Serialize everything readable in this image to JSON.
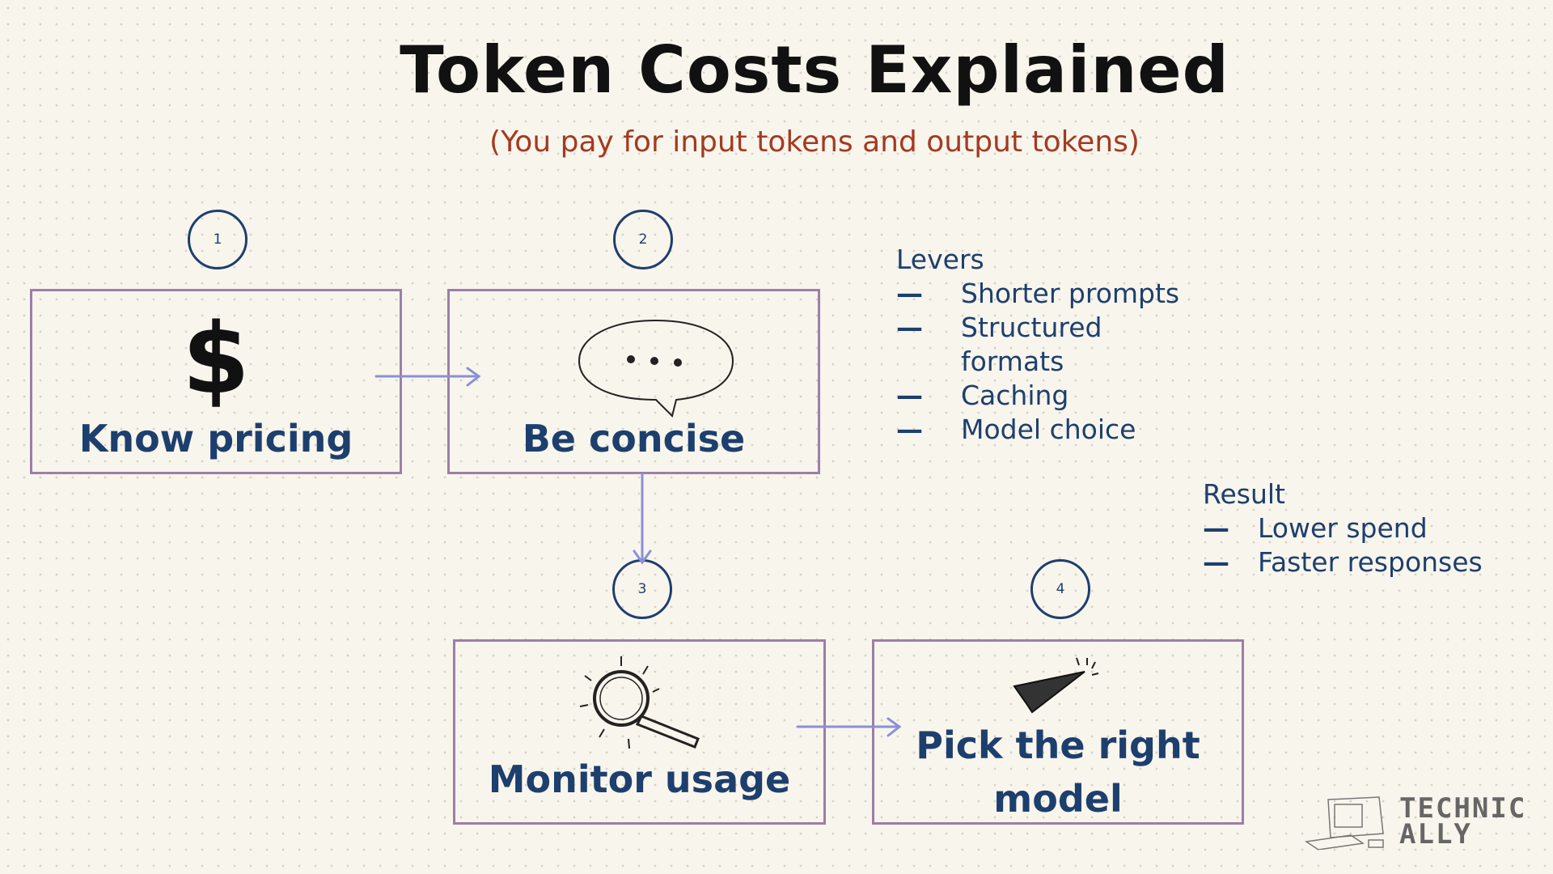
{
  "header": {
    "title": "Token Costs Explained",
    "subtitle": "(You pay for input tokens and output tokens)"
  },
  "steps": [
    {
      "number": "1",
      "label": "Know pricing",
      "icon": "dollar-icon"
    },
    {
      "number": "2",
      "label": "Be concise",
      "icon": "speech-bubble-icon"
    },
    {
      "number": "3",
      "label": "Monitor usage",
      "icon": "magnifier-icon"
    },
    {
      "number": "4",
      "label": "Pick the right model",
      "icon": "paper-plane-icon"
    }
  ],
  "levers": {
    "heading": "Levers",
    "dash": "—",
    "items": [
      "Shorter prompts",
      "Structured formats",
      "Caching",
      "Model choice"
    ]
  },
  "result": {
    "heading": "Result",
    "dash": "—",
    "items": [
      "Lower spend",
      "Faster responses"
    ]
  },
  "logo": {
    "text": "TECHNICALLY"
  },
  "colors": {
    "ink": "#1d3f6e",
    "accent": "#a33a22",
    "box": "#9b7fa8",
    "arrow": "#8a90d8"
  }
}
